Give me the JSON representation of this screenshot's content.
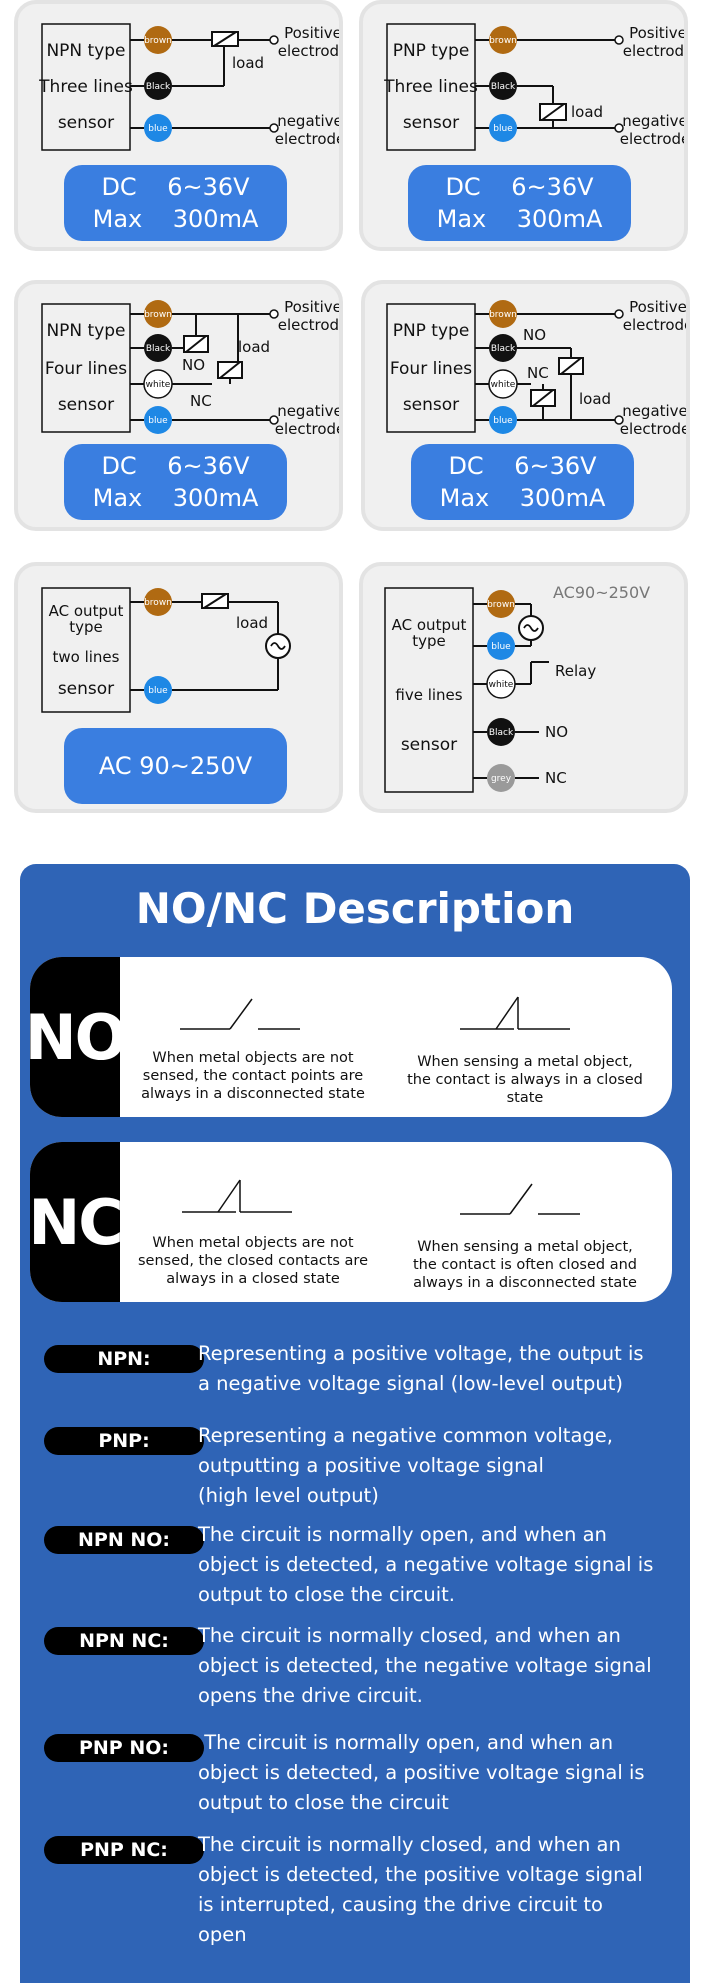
{
  "wiring": {
    "npn3": {
      "type": "NPN type",
      "lines": "Three lines",
      "sensor": "sensor",
      "brown": "brown",
      "black": "Black",
      "blue": "blue",
      "load": "load",
      "pos1": "Positive",
      "pos2": "electrode",
      "neg1": "negative",
      "neg2": "electrode",
      "spec1": "DC    6~36V",
      "spec2": "Max    300mA"
    },
    "pnp3": {
      "type": "PNP type",
      "lines": "Three lines",
      "sensor": "sensor",
      "brown": "brown",
      "black": "Black",
      "blue": "blue",
      "load": "load",
      "pos1": "Positive",
      "pos2": "electrode",
      "neg1": "negative",
      "neg2": "electrode",
      "spec1": "DC    6~36V",
      "spec2": "Max    300mA"
    },
    "npn4": {
      "type": "NPN type",
      "lines": "Four lines",
      "sensor": "sensor",
      "brown": "brown",
      "black": "Black",
      "white": "white",
      "blue": "blue",
      "load": "load",
      "no": "NO",
      "nc": "NC",
      "pos1": "Positive",
      "pos2": "electrode",
      "neg1": "negative",
      "neg2": "electrode",
      "spec1": "DC    6~36V",
      "spec2": "Max    300mA"
    },
    "pnp4": {
      "type": "PNP type",
      "lines": "Four lines",
      "sensor": "sensor",
      "brown": "brown",
      "black": "Black",
      "white": "white",
      "blue": "blue",
      "load": "load",
      "no": "NO",
      "nc": "NC",
      "pos1": "Positive",
      "pos2": "electrode",
      "neg1": "negative",
      "neg2": "electrode",
      "spec1": "DC    6~36V",
      "spec2": "Max    300mA"
    },
    "ac2": {
      "type1": "AC output",
      "type2": "type",
      "lines": "two lines",
      "sensor": "sensor",
      "brown": "brown",
      "blue": "blue",
      "load": "load",
      "spec1": "AC 90~250V"
    },
    "ac5": {
      "type1": "AC output",
      "type2": "type",
      "lines": "five lines",
      "sensor": "sensor",
      "brown": "brown",
      "blue": "blue",
      "white": "white",
      "black": "Black",
      "grey": "grey",
      "voltage": "AC90~250V",
      "relay": "Relay",
      "no": "NO",
      "nc": "NC"
    }
  },
  "description": {
    "title": "NO/NC Description",
    "no_panel": {
      "badge": "NO",
      "left_caption": [
        "When metal objects are not",
        "sensed, the contact points are",
        "always in a disconnected state"
      ],
      "right_caption": [
        "When sensing a metal object,",
        "the contact is always in a closed",
        "state"
      ]
    },
    "nc_panel": {
      "badge": "NC",
      "left_caption": [
        "When metal objects are not",
        "sensed, the closed contacts are",
        "always in a closed state"
      ],
      "right_caption": [
        "When sensing a metal object,",
        "the contact is often closed and",
        "always in a disconnected state"
      ]
    },
    "terms": [
      {
        "label": "NPN:",
        "lines": [
          "Representing a positive voltage, the output is",
          "a negative voltage signal (low-level output)"
        ]
      },
      {
        "label": "PNP:",
        "lines": [
          "Representing a negative common voltage,",
          "outputting a positive voltage signal",
          "(high level output)"
        ]
      },
      {
        "label": "NPN NO:",
        "lines": [
          "The circuit is normally open, and when an",
          "object is detected, a negative voltage signal is",
          "output to close the circuit."
        ]
      },
      {
        "label": "NPN NC:",
        "lines": [
          "The circuit is normally closed, and when an",
          "object is detected, the negative voltage signal",
          "opens the drive circuit."
        ]
      },
      {
        "label": "PNP NO:",
        "lines": [
          " The circuit is normally open, and when an",
          "object is detected, a positive voltage signal is",
          "output to close the circuit"
        ]
      },
      {
        "label": "PNP NC:",
        "lines": [
          "The circuit is normally closed, and when an",
          "object is detected, the positive voltage signal",
          "is interrupted, causing the drive circuit to",
          "open"
        ]
      }
    ]
  },
  "colors": {
    "brown": "#b06a12",
    "black": "#111111",
    "blue": "#1e88e5",
    "grey": "#9a9a9a",
    "pill": "#3a7ee0",
    "panel_bg": "#2f64b6"
  }
}
